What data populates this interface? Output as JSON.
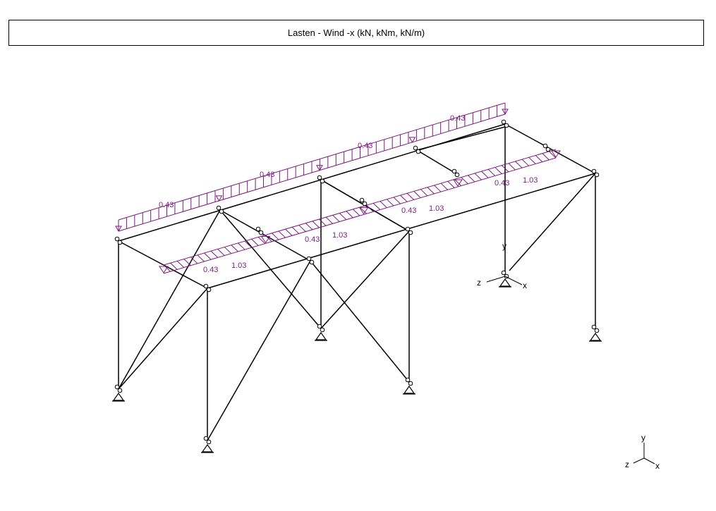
{
  "title": "Lasten - Wind -x (kN, kNm, kN/m)",
  "colors": {
    "load": "#7b1b7e",
    "structure": "#000000"
  },
  "load_labels": [
    {
      "id": "l1",
      "text": "0.43"
    },
    {
      "id": "l2",
      "text": "0.43"
    },
    {
      "id": "l3",
      "text": "0.43"
    },
    {
      "id": "l4",
      "text": "0.43"
    },
    {
      "id": "l5",
      "text": "0.43"
    },
    {
      "id": "l6",
      "text": "1.03"
    },
    {
      "id": "l7",
      "text": "0.43"
    },
    {
      "id": "l8",
      "text": "1.03"
    },
    {
      "id": "l9",
      "text": "0.43"
    },
    {
      "id": "l10",
      "text": "1.03"
    },
    {
      "id": "l11",
      "text": "0.43"
    },
    {
      "id": "l12",
      "text": "1.03"
    }
  ],
  "local_axes": {
    "y": "y",
    "z": "z",
    "x": "x"
  },
  "global_axes": {
    "y": "y",
    "z": "z",
    "x": "x"
  }
}
